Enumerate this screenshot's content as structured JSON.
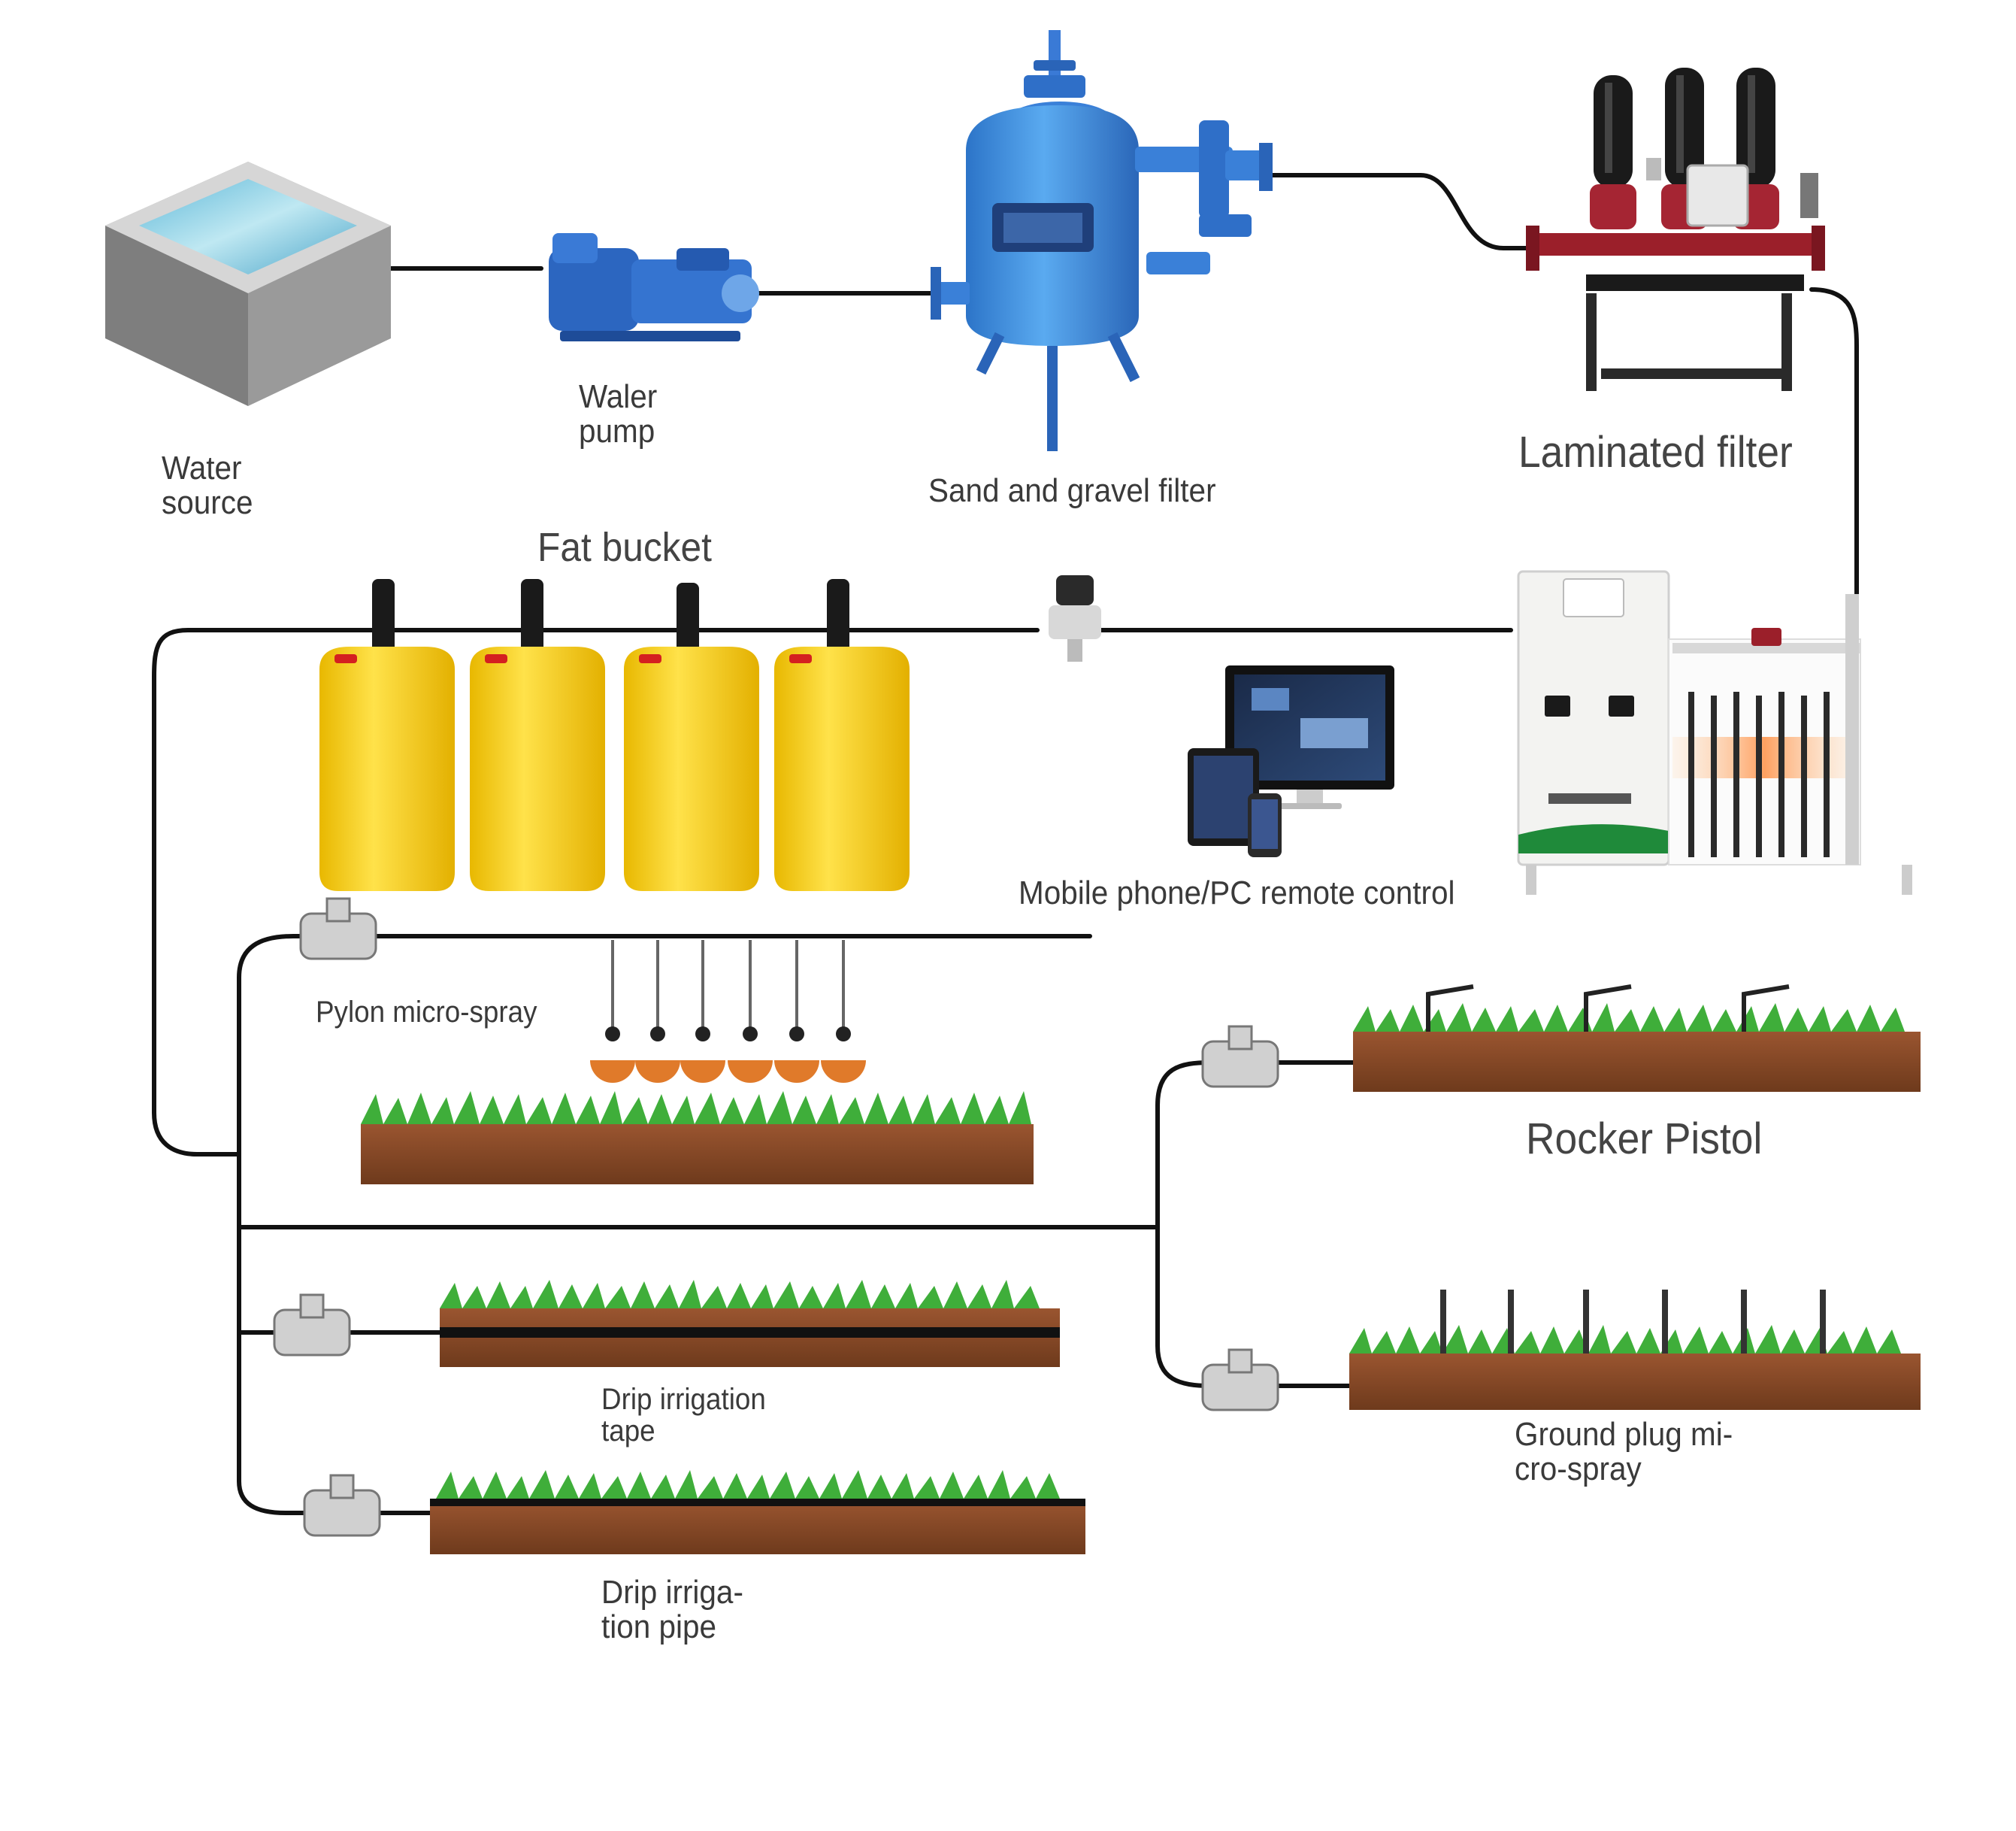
{
  "labels": {
    "water_source": [
      "Water",
      "source"
    ],
    "water_pump": [
      "Waler",
      "pump"
    ],
    "sand_filter": "Sand and gravel filter",
    "laminated_filter": "Laminated filter",
    "fat_bucket": "Fat bucket",
    "remote_control": "Mobile phone/PC remote control",
    "pylon_micro_spray": "Pylon micro-spray",
    "rocker_pistol": "Rocker Pistol",
    "drip_tape": [
      "Drip irrigation",
      "tape"
    ],
    "drip_pipe": [
      "Drip irriga-",
      "tion pipe"
    ],
    "ground_plug": [
      "Ground plug mi-",
      "cro-spray"
    ]
  },
  "colors": {
    "pipe": "#111111",
    "tank": "#3d8fe0",
    "pump": "#2f6fc8",
    "bucket": "#f5d21c",
    "soil": "#8a4a26",
    "grass": "#3fae3a",
    "filter_red": "#9b1f2a",
    "cabinet": "#f4f4f2"
  }
}
